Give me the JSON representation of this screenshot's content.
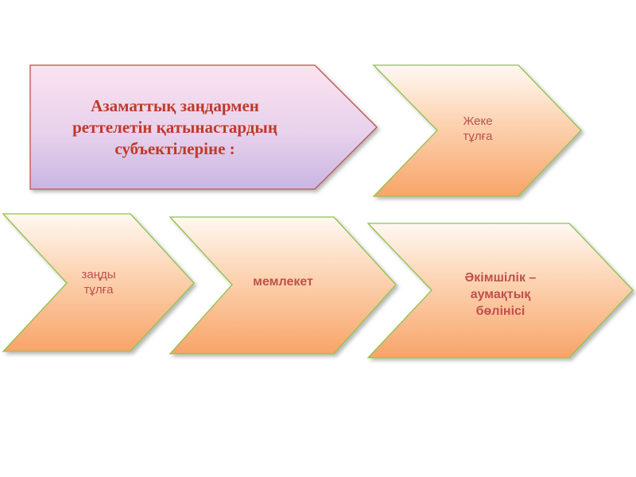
{
  "diagram": {
    "title_shape": {
      "text": "Азаматтық заңдармен\nреттелетін қатынастардың\nсубъектілеріне :"
    },
    "items": [
      {
        "text": "Жеке\nтұлға"
      },
      {
        "text": "заңды\nтұлға"
      },
      {
        "text": "мемлекет"
      },
      {
        "text": "Әкімшілік –\nаумақтық\nбөлінісі"
      }
    ]
  },
  "colors": {
    "title_fill_top": "#fbe3ef",
    "title_fill_bottom": "#c8b6e2",
    "title_border": "#c0504d",
    "item_fill_top": "#fff6ee",
    "item_fill_bottom": "#f8a468",
    "item_border": "#90c24a",
    "text": "#c0504d"
  }
}
